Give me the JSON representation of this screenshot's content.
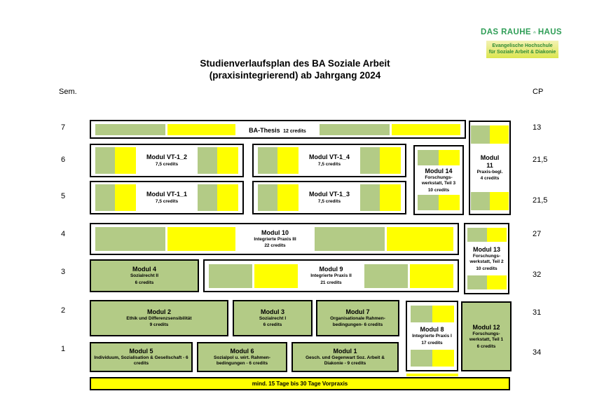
{
  "logo": {
    "brand_left": "DAS RAUHE",
    "brand_right": "HAUS",
    "subtitle_line1": "Evangelische Hochschule",
    "subtitle_line2": "für Soziale Arbeit & Diakonie"
  },
  "title": {
    "line1": "Studienverlaufsplan des BA Soziale Arbeit",
    "line2": "(praxisintegrierend) ab Jahrgang 2024"
  },
  "axes": {
    "left_header": "Sem.",
    "right_header": "CP",
    "semesters": [
      "7",
      "6",
      "5",
      "4",
      "3",
      "2",
      "1"
    ],
    "cp": [
      "13",
      "21,5",
      "21,5",
      "27",
      "32",
      "31",
      "34"
    ]
  },
  "modules": {
    "ba_thesis": {
      "title": "BA-Thesis",
      "credits": "12 credits"
    },
    "vt_1_2": {
      "title": "Modul VT-1_2",
      "credits": "7,5 credits"
    },
    "vt_1_4": {
      "title": "Modul VT-1_4",
      "credits": "7,5 credits"
    },
    "vt_1_1": {
      "title": "Modul VT-1_1",
      "credits": "7,5 credits"
    },
    "vt_1_3": {
      "title": "Modul VT-1_3",
      "credits": "7,5 credits"
    },
    "m14": {
      "title": "Modul 14",
      "subtitle": "Forschungs-werkstatt,  Teil 3",
      "credits": "10 credits"
    },
    "m11": {
      "title": "Modul 11",
      "subtitle": "Praxis-begl.",
      "credits": "4 credits"
    },
    "m10": {
      "title": "Modul 10",
      "subtitle": "Integrierte Praxis III",
      "credits": "22 credits"
    },
    "m13": {
      "title": "Modul 13",
      "subtitle": "Forschungs-werkstatt, Teil 2",
      "credits": "10 credits"
    },
    "m4": {
      "title": "Modul 4",
      "subtitle": "Sozialrecht II",
      "credits": "6 credits"
    },
    "m9": {
      "title": "Modul 9",
      "subtitle": "Integrierte Praxis II",
      "credits": "21 credits"
    },
    "m2": {
      "title": "Modul 2",
      "subtitle": "Ethik und Differenzsensibilität",
      "credits": "9 credits"
    },
    "m3": {
      "title": "Modul 3",
      "subtitle": "Sozialrecht I",
      "credits": "6 credits"
    },
    "m7": {
      "title": "Modul 7",
      "subtitle": "Organisationale Rahmen-bedingungen- 6 credits"
    },
    "m8": {
      "title": "Modul 8",
      "subtitle": "Integrierte Praxis I",
      "credits": "17 credits"
    },
    "m12": {
      "title": "Modul 12",
      "subtitle": "Forschungs-werkstatt, Teil 1",
      "credits": "6 credits"
    },
    "m5": {
      "title": "Modul 5",
      "subtitle": "Individuum, Sozialisation & Gesellschaft -  6 credits"
    },
    "m6": {
      "title": "Modul 6",
      "subtitle": "Sozialpol u. wirt. Rahmen-bedingungen - 6 credits"
    },
    "m1": {
      "title": "Modul 1",
      "subtitle": "Gesch. und Gegenwart Soz. Arbeit & Diakonie - 9 credits"
    }
  },
  "footer": {
    "label": "mind. 15 Tage bis 30 Tage Vorpraxis"
  },
  "colors": {
    "green": "#b3cb86",
    "yellow": "#ffff00",
    "logo_green": "#2f9e57"
  }
}
